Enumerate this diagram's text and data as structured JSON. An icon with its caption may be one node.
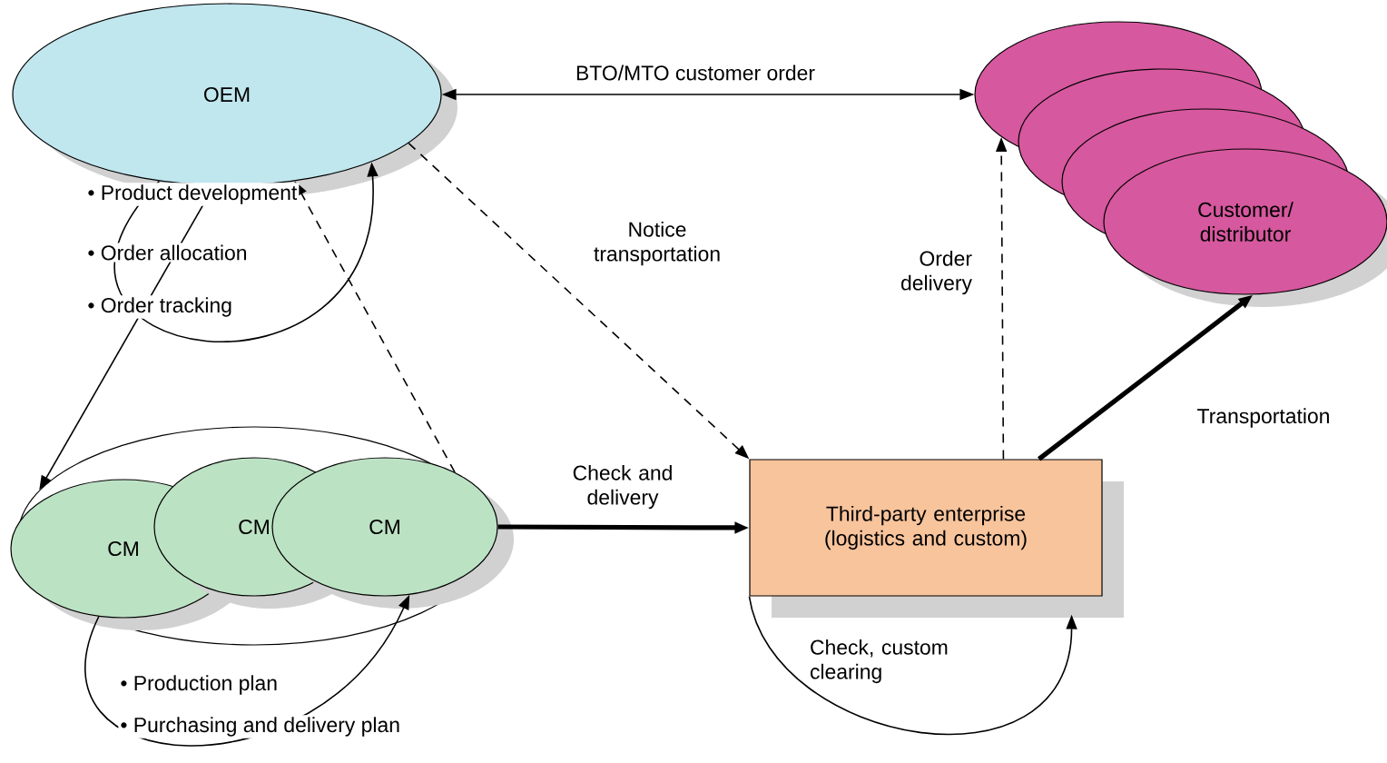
{
  "diagram": {
    "nodes": [
      {
        "text": [
          "OEM"
        ]
      },
      {
        "text": [
          "Customer/ distributor"
        ]
      },
      {
        "text": [],
        "shape": "ellipse"
      },
      {
        "text": [
          "CM"
        ],
        "in": 2
      },
      {
        "text": [
          "CM"
        ],
        "in": 2
      },
      {
        "text": [
          "CM"
        ],
        "in": 2
      },
      {
        "text": [
          "Third-party enterprise (logistics and custom)"
        ]
      }
    ],
    "edges": [
      {
        "from": 0,
        "to": 1,
        "arrow": "both",
        "label": "BTO/MTO customer order"
      },
      {
        "from": 0,
        "to": 0,
        "arrow": "to"
      },
      {
        "from": 0,
        "to": 2,
        "arrow": "to"
      },
      {
        "from": 5,
        "to": 0,
        "arrow": "to",
        "style": "dashed"
      },
      {
        "from": 0,
        "to": 6,
        "arrow": "to",
        "style": "dashed",
        "label": "Notice transportation"
      },
      {
        "from": 6,
        "to": 1,
        "arrow": "to",
        "style": "dashed",
        "label": "Order delivery"
      },
      {
        "from": 6,
        "to": 1,
        "arrow": "to",
        "style": "thick",
        "label": "Transportation"
      },
      {
        "from": 5,
        "to": 6,
        "arrow": "to",
        "style": "thick",
        "label": "Check and delivery"
      },
      {
        "from": 3,
        "to": 5,
        "arrow": "to"
      },
      {
        "from": 6,
        "to": 6,
        "arrow": "to",
        "label": "Check, custom clearing"
      }
    ],
    "labels": [
      "• Product development",
      "• Order allocation",
      "• Order tracking",
      "• Production plan",
      "• Purchasing and delivery plan"
    ]
  }
}
